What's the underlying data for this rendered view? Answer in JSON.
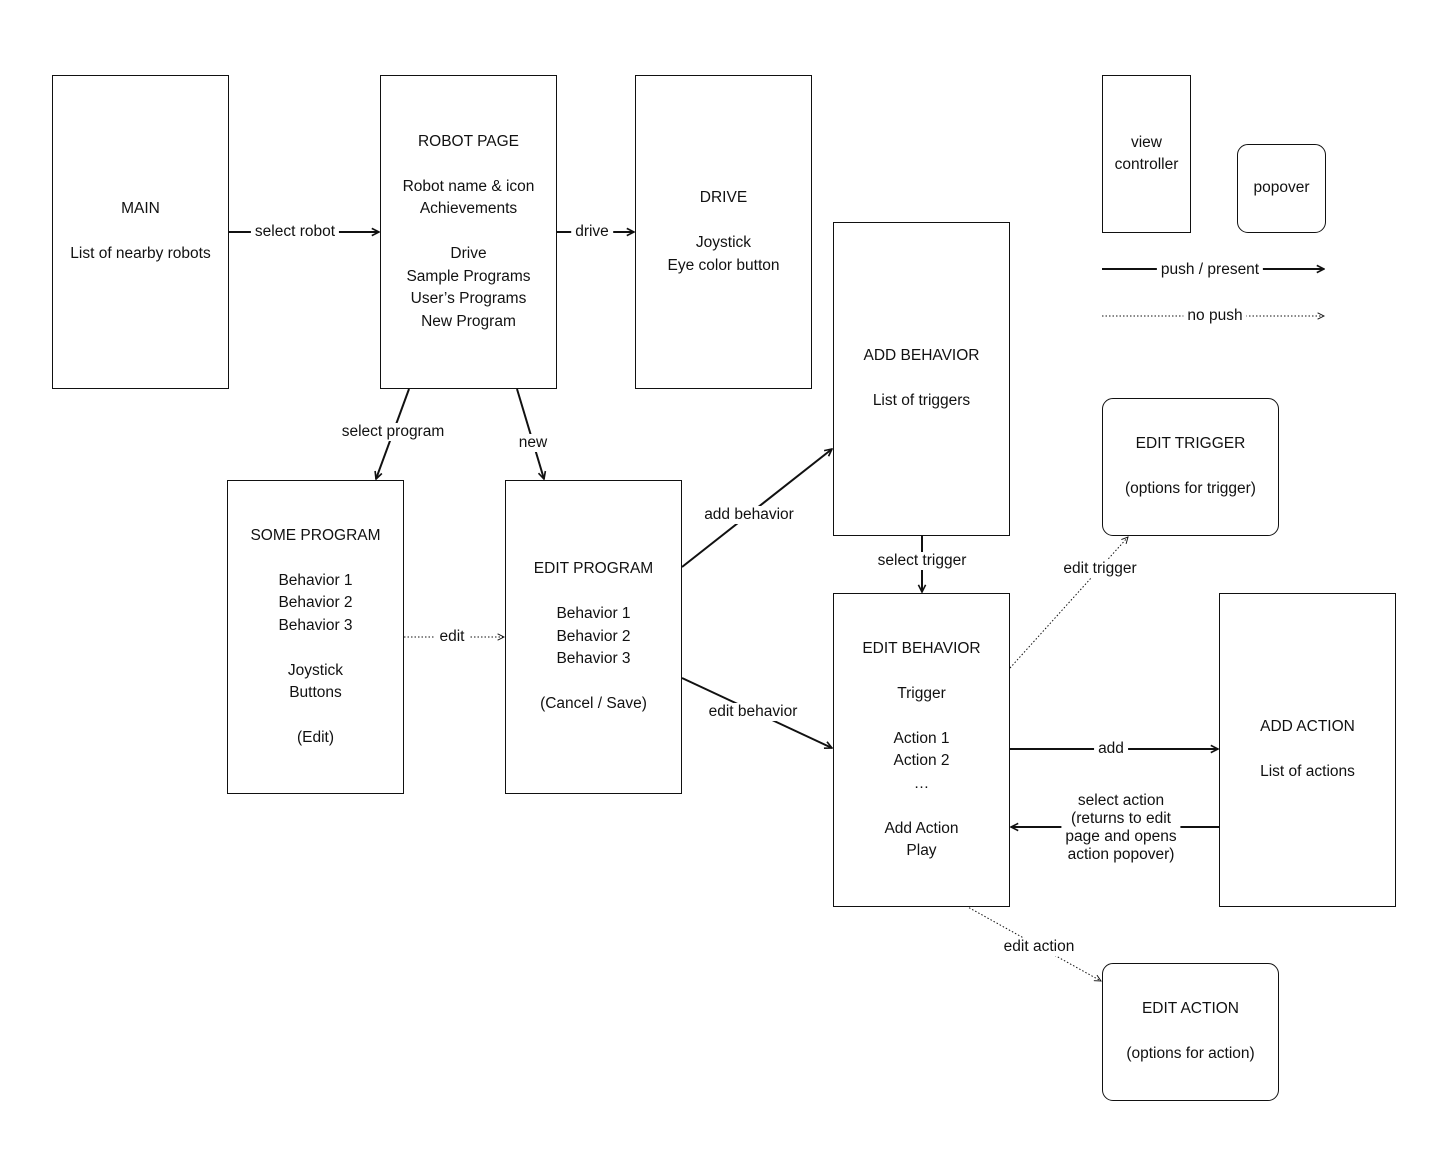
{
  "boxes": {
    "main": {
      "kind": "view-controller",
      "text": "MAIN\n\nList of nearby robots"
    },
    "robot_page": {
      "kind": "view-controller",
      "text": "ROBOT PAGE\n\nRobot name & icon\nAchievements\n\nDrive\nSample Programs\nUser’s Programs\nNew Program"
    },
    "drive": {
      "kind": "view-controller",
      "text": "DRIVE\n\nJoystick\nEye color button"
    },
    "some_program": {
      "kind": "view-controller",
      "text": "SOME PROGRAM\n\nBehavior 1\nBehavior 2\nBehavior 3\n\nJoystick\nButtons\n\n(Edit)"
    },
    "edit_program": {
      "kind": "view-controller",
      "text": "EDIT PROGRAM\n\nBehavior 1\nBehavior 2\nBehavior 3\n\n(Cancel / Save)"
    },
    "add_behavior": {
      "kind": "view-controller",
      "text": "ADD BEHAVIOR\n\nList of triggers"
    },
    "edit_behavior": {
      "kind": "view-controller",
      "text": "EDIT BEHAVIOR\n\nTrigger\n\nAction 1\nAction 2\n…\n\nAdd Action\nPlay"
    },
    "add_action": {
      "kind": "view-controller",
      "text": "ADD ACTION\n\nList of actions"
    },
    "edit_trigger": {
      "kind": "popover",
      "text": "EDIT TRIGGER\n\n(options for trigger)"
    },
    "edit_action": {
      "kind": "popover",
      "text": "EDIT ACTION\n\n(options for action)"
    }
  },
  "edges": [
    {
      "from": "main",
      "to": "robot_page",
      "label": "select robot",
      "style": "push / present"
    },
    {
      "from": "robot_page",
      "to": "drive",
      "label": "drive",
      "style": "push / present"
    },
    {
      "from": "robot_page",
      "to": "some_program",
      "label": "select program",
      "style": "push / present"
    },
    {
      "from": "robot_page",
      "to": "edit_program",
      "label": "new",
      "style": "push / present"
    },
    {
      "from": "some_program",
      "to": "edit_program",
      "label": "edit",
      "style": "no push"
    },
    {
      "from": "edit_program",
      "to": "add_behavior",
      "label": "add behavior",
      "style": "push / present"
    },
    {
      "from": "edit_program",
      "to": "edit_behavior",
      "label": "edit behavior",
      "style": "push / present"
    },
    {
      "from": "add_behavior",
      "to": "edit_behavior",
      "label": "select trigger",
      "style": "push / present"
    },
    {
      "from": "edit_behavior",
      "to": "edit_trigger",
      "label": "edit trigger",
      "style": "no push"
    },
    {
      "from": "edit_behavior",
      "to": "add_action",
      "label": "add",
      "style": "push / present"
    },
    {
      "from": "add_action",
      "to": "edit_behavior",
      "label": "select action\n(returns to edit\npage and opens\naction popover)",
      "style": "push / present"
    },
    {
      "from": "edit_behavior",
      "to": "edit_action",
      "label": "edit action",
      "style": "no push"
    }
  ],
  "legend": {
    "view_controller": "view\ncontroller",
    "popover": "popover",
    "push": "push / present",
    "no_push": "no push"
  }
}
